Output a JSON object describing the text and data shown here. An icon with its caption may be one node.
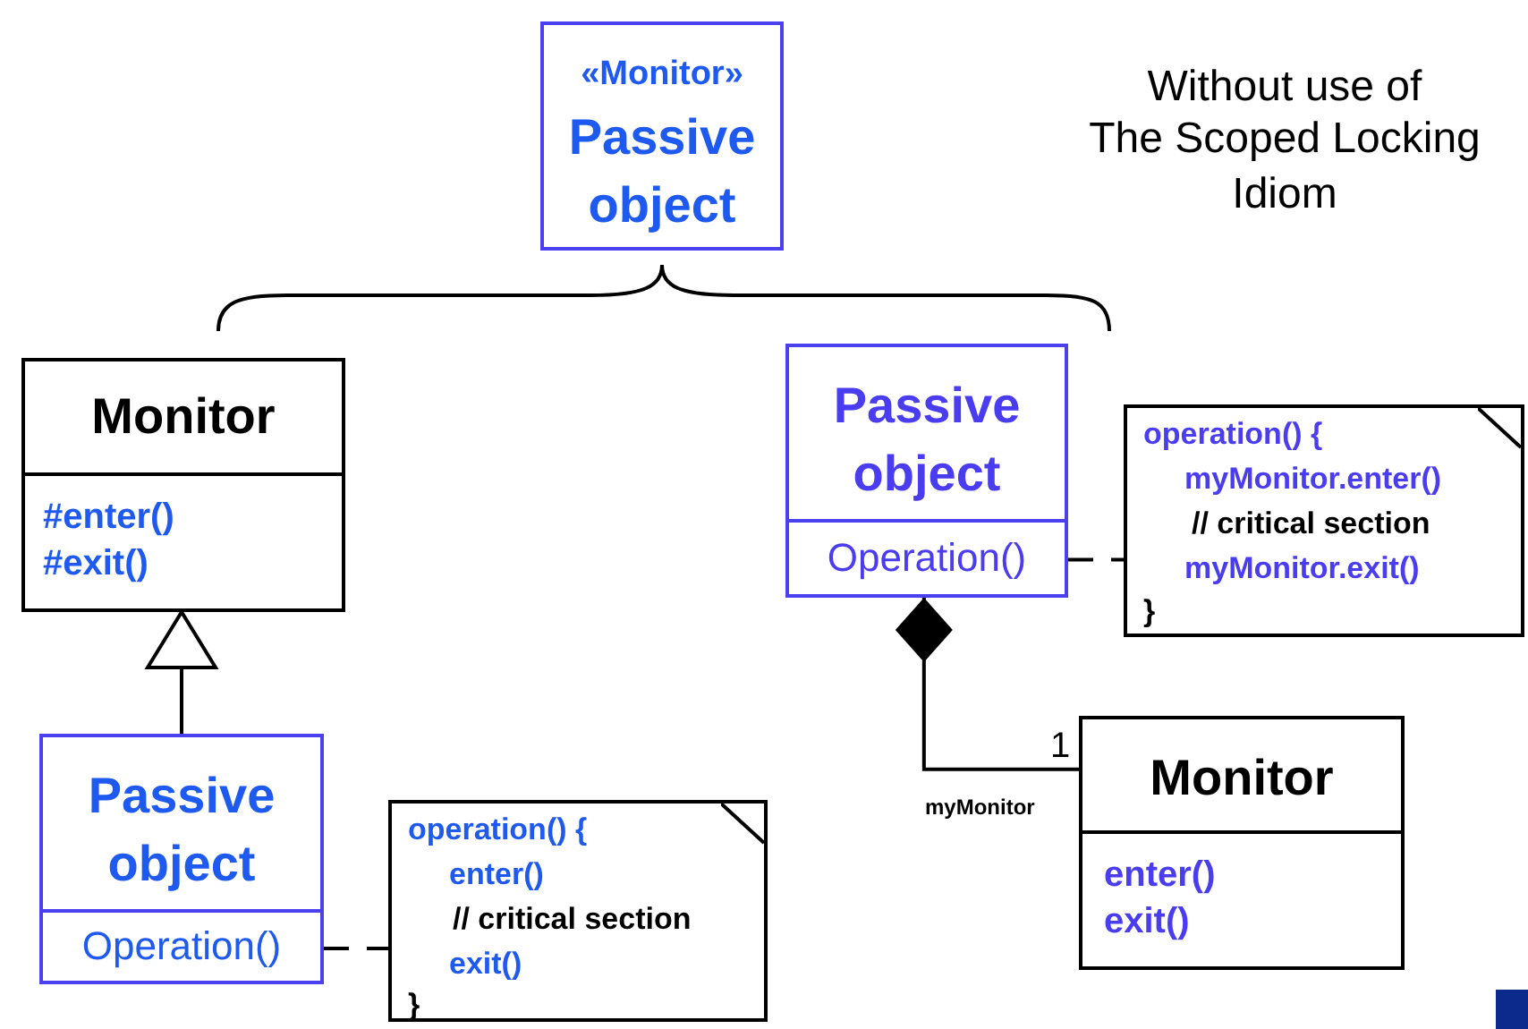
{
  "diagram": {
    "nodes": [
      {
        "text": [
          "«Monitor»",
          "Passive object"
        ]
      },
      {
        "text": [
          "Monitor",
          "#enter()",
          "#exit()"
        ]
      },
      {
        "text": [
          "Passive object",
          "Operation()"
        ]
      },
      {
        "text": [
          "operation() {",
          "enter()",
          "// critical section",
          "exit()",
          "}"
        ]
      },
      {
        "text": [
          "Passive object",
          "Operation()"
        ]
      },
      {
        "text": [
          "operation() {",
          "myMonitor.enter()",
          "// critical section",
          "myMonitor.exit()",
          "}"
        ]
      },
      {
        "text": [
          "Monitor",
          "enter()",
          "exit()"
        ]
      }
    ],
    "edges": [
      {
        "from": 2,
        "to": 1,
        "arrow": "to"
      },
      {
        "from": 2,
        "to": 3,
        "arrow": "none",
        "style": "dashed"
      },
      {
        "from": 4,
        "to": 5,
        "arrow": "none",
        "style": "dashed"
      },
      {
        "from": 4,
        "to": 6,
        "arrow": "other",
        "label": "myMonitor"
      }
    ],
    "labels": [
      "Without use of",
      "The Scoped Locking Idiom",
      "1"
    ]
  }
}
